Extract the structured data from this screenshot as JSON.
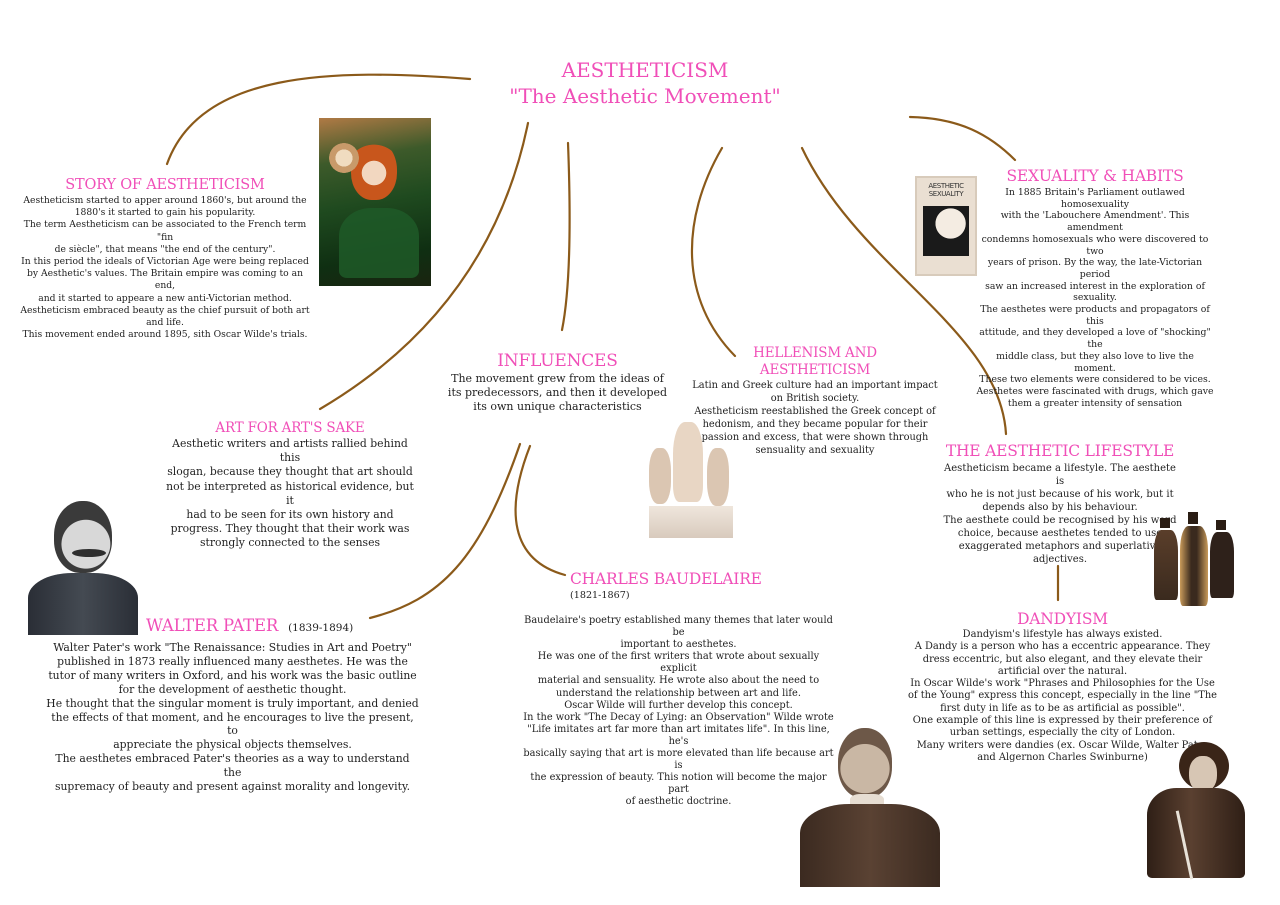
{
  "header": {
    "title": "AESTHETICISM",
    "subtitle": "\"The Aesthetic Movement\""
  },
  "colors": {
    "heading": "#f04fb8",
    "connector": "#8b5a1a",
    "text": "#1f1f1f",
    "background": "#ffffff"
  },
  "sections": {
    "story": {
      "title": "STORY OF AESTHETICISM",
      "text": "Aestheticism started to apper around 1860's, but around the\n1880's it started to gain his popularity.\nThe term Aestheticism can be associated to the French term \"fin\nde siècle\", that means \"the end of the century\".\nIn this period the ideals of Victorian Age were being replaced\nby Aesthetic's values. The Britain empire was coming to an end,\nand it started to appeare a new anti-Victorian method.\nAestheticism embraced beauty as the chief pursuit of both art\nand life.\nThis movement ended around 1895, sith Oscar Wilde's trials."
    },
    "sexuality": {
      "title": "SEXUALITY & HABITS",
      "text": "In 1885 Britain's Parliament outlawed homosexuality\nwith the 'Labouchere Amendment'. This amendment\ncondemns homosexuals who were discovered to two\nyears of prison. By the way, the late-Victorian period\nsaw an increased interest in the exploration of\nsexuality.\nThe aesthetes were products and propagators of this\nattitude, and they developed a love of \"shocking\" the\nmiddle class, but they also love to live the moment.\nThese two elements were considered to be vices.\nAesthetes were fascinated with drugs, which gave\nthem a greater intensity of sensation"
    },
    "influences": {
      "title": "INFLUENCES",
      "text": "The movement grew from the ideas of\nits predecessors, and then it developed\nits own unique characteristics"
    },
    "hellenism": {
      "title": "HELLENISM AND\nAESTHETICISM",
      "text": "Latin and Greek culture had an important impact\non British society.\nAestheticism reestablished the Greek concept of\nhedonism, and they became popular for their\npassion and excess, that were shown through\nsensuality and sexuality"
    },
    "art_for_art": {
      "title": "ART FOR ART'S SAKE",
      "text": "Aesthetic writers and artists rallied behind this\nslogan, because they thought that art should\nnot be interpreted as historical evidence, but it\nhad to be seen for its own history and\nprogress. They thought that their work was\nstrongly connected to the senses"
    },
    "lifestyle": {
      "title": "THE AESTHETIC LIFESTYLE",
      "text": "Aestheticism became a lifestyle. The aesthete is\nwho he is not just because of his work, but it\ndepends also by his behaviour.\nThe aesthete could be recognised by his word\nchoice, because aesthetes tended to use\nexaggerated metaphors and superlative\nadjectives."
    },
    "pater": {
      "title": "WALTER PATER",
      "dates": "(1839-1894)",
      "text": "Walter Pater's work \"The Renaissance: Studies in Art and Poetry\"\npublished in 1873 really influenced many aesthetes. He was the\ntutor of many writers in Oxford, and his work was the basic outline\nfor the development of aesthetic thought.\nHe thought that the singular moment is truly important, and denied\nthe effects of that moment, and he encourages to live the present, to\nappreciate the physical objects themselves.\nThe aesthetes embraced Pater's theories as a way to understand the\nsupremacy of beauty and present against morality and longevity."
    },
    "baudelaire": {
      "title": "CHARLES BAUDELAIRE",
      "dates": "(1821-1867)",
      "text": "Baudelaire's poetry established many themes that later would be\nimportant to aesthetes.\nHe was one of the first writers that wrote about sexually explicit\nmaterial and sensuality. He wrote also about the need  to\nunderstand the relationship between art and life.\nOscar Wilde will further develop this concept.\nIn the work \"The Decay of Lying: an Observation\" Wilde wrote\n\"Life imitates art far more than art imitates life\". In this line, he's\nbasically saying that art is more elevated than life because art is\nthe expression of beauty. This notion will become the major part\nof aesthetic doctrine."
    },
    "dandyism": {
      "title": "DANDYISM",
      "text": "Dandyism's lifestyle has always existed.\nA Dandy is a person who has a eccentric appearance. They\ndress eccentric, but also elegant, and they elevate their\nartificial over the natural.\nIn Oscar Wilde's work \"Phrases and Philosophies for the Use\nof the Young\" express this concept, especially in the line \"The\nfirst duty in life as to be as artificial as possible\".\nOne example of this line is expressed by their preference of\nurban settings, especially the city of London.\nMany writers were dandies (ex. Oscar Wilde, Walter Pater\nand Algernon Charles Swinburne)"
    }
  },
  "images": {
    "painting": "pre-raphaelite-painting",
    "book_cover": {
      "line1": "AESTHETIC",
      "line2": "SEXUALITY"
    },
    "statue": "laocoon-statue",
    "pater_portrait": "walter-pater-portrait",
    "baudelaire_portrait": "baudelaire-portrait",
    "dandies": "dandies-illustration",
    "wilde_portrait": "oscar-wilde-portrait"
  }
}
